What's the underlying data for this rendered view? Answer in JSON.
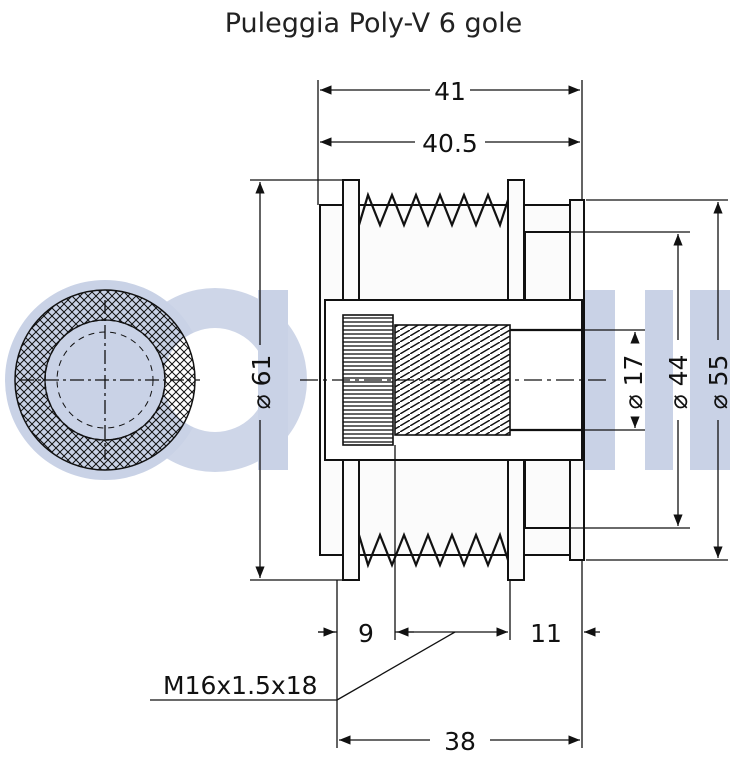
{
  "title": "Puleggia Poly-V 6 gole",
  "dimensions": {
    "overall_length": "41",
    "body_length": "40.5",
    "outer_diameter": "61",
    "bore": "17",
    "hub_diameter": "44",
    "flange_diameter": "55",
    "spline_offset": "9",
    "hub_length": "11",
    "thread_callout": "M16x1.5x18",
    "total_width": "38"
  },
  "diameter_symbol": "⌀",
  "colors": {
    "line": "#111111",
    "watermark": "#c9d2e6",
    "background": "#ffffff"
  }
}
